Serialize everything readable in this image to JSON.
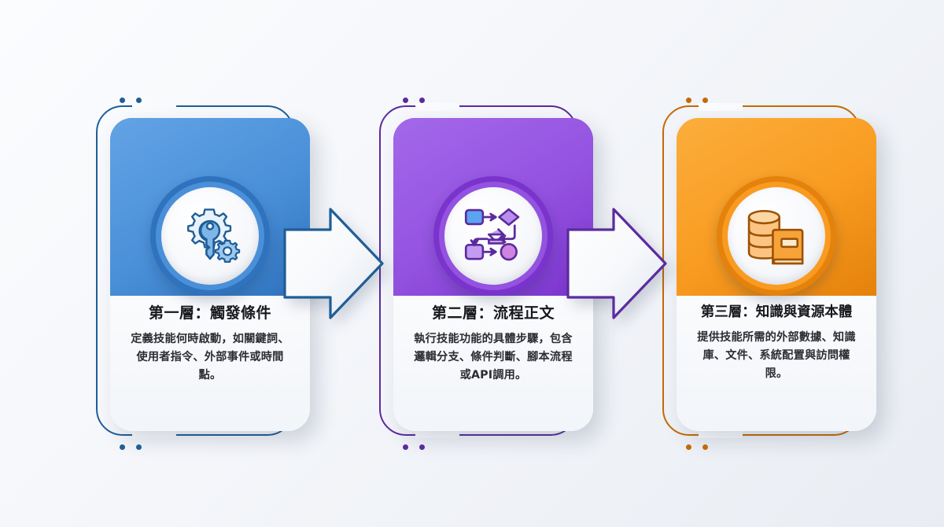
{
  "diagram": {
    "type": "three-stage-process-flow",
    "background_color": "#f4f6fa",
    "steps": [
      {
        "index": 1,
        "title": "第一層：觸發條件",
        "description": "定義技能何時啟動，如關鍵詞、使用者指令、外部事件或時間點。",
        "description_lines": [
          "定義技能何時啟動，如關",
          "鍵詞、使用者指令、外部",
          "事件或時間點。"
        ],
        "icon": "key-gear-icon",
        "accent_color": "#4a90d9",
        "accent_light": "#62a3e4",
        "accent_dark": "#2f72bd",
        "line_color": "#1f5e96"
      },
      {
        "index": 2,
        "title": "第二層：流程正文",
        "description": "執行技能功能的具體步驟，包含邏輯分支、條件判斷、腳本流程或API調用。",
        "description_lines": [
          "執行技能功能的具體步驟，",
          "包含邏輯分支、條件判",
          "斷、腳本流程或API調用。"
        ],
        "icon": "flowchart-icon",
        "accent_color": "#9452e0",
        "accent_light": "#a368ea",
        "accent_dark": "#7a33cc",
        "line_color": "#5b2b9e"
      },
      {
        "index": 3,
        "title": "第三層：知識與資源本體",
        "description": "提供技能所需的外部數據、知識庫、文件、系統配置與訪問權限。",
        "description_lines": [
          "提供技能所需的外部數據、",
          "知識庫、文件、系統配置與",
          "訪問權限。"
        ],
        "icon": "database-book-icon",
        "accent_color": "#f99b20",
        "accent_light": "#fbae3c",
        "accent_dark": "#e4820c",
        "line_color": "#c36a08"
      }
    ],
    "connectors": [
      {
        "from": 1,
        "to": 2,
        "icon": "block-arrow-right-icon",
        "outline_color": "#1f5e96"
      },
      {
        "from": 2,
        "to": 3,
        "icon": "block-arrow-right-icon",
        "outline_color": "#5b2b9e"
      }
    ],
    "decorations": {
      "top_dots_count": 2,
      "bottom_dots_count": 2
    }
  }
}
